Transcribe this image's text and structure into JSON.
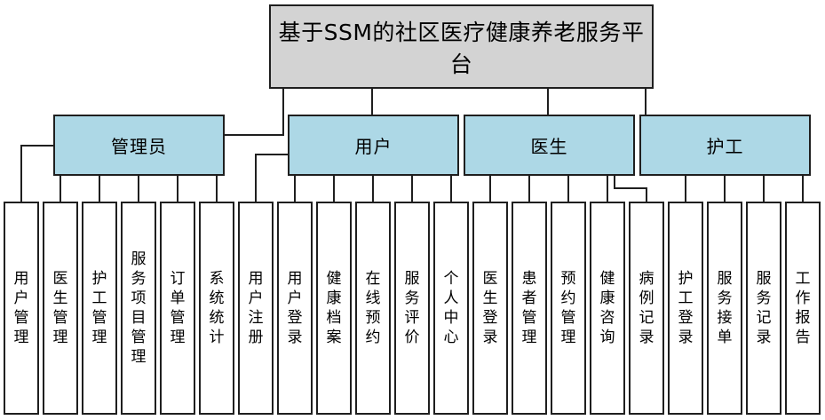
{
  "diagram": {
    "title": "基于SSM的社区医疗健康养老服务平台",
    "colors": {
      "title_fill": "#d3d3d3",
      "group_fill": "#add8e6",
      "leaf_fill": "#ffffff",
      "line": "#1f1f1f",
      "text": "#000000",
      "background": "#ffffff"
    },
    "groups": [
      {
        "label": "管理员",
        "children": [
          "用户管理",
          "医生管理",
          "护工管理",
          "服务项目管理",
          "订单管理",
          "系统统计"
        ]
      },
      {
        "label": "用户",
        "children": [
          "用户注册",
          "用户登录",
          "健康档案",
          "在线预约",
          "服务评价",
          "个人中心"
        ]
      },
      {
        "label": "医生",
        "children": [
          "医生登录",
          "患者管理",
          "预约管理",
          "健康咨询",
          "病例记录"
        ]
      },
      {
        "label": "护工",
        "children": [
          "护工登录",
          "服务接单",
          "服务记录",
          "工作报告"
        ]
      }
    ]
  }
}
